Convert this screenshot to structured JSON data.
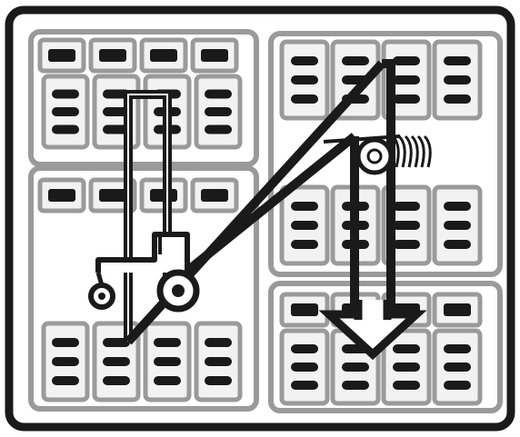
{
  "diagram": {
    "description_icons": [
      "warehouse-floor-plan",
      "shelving-rack",
      "reach-truck",
      "picking-route-arrow",
      "harvester-reel-icon"
    ],
    "colors": {
      "outline": "#1a1a1a",
      "rack_frame": "#9a9a9a",
      "rack_fill": "#f2f2f2",
      "slot": "#1a1a1a",
      "background": "#ffffff"
    },
    "zones": [
      {
        "id": "zone-top-left",
        "header_slots": 4,
        "columns": 4,
        "rows_per_column": 3
      },
      {
        "id": "zone-middle-left",
        "header_slots": 4,
        "columns": 0,
        "rows_per_column": 0
      },
      {
        "id": "zone-bottom-left",
        "header_slots": 0,
        "columns": 4,
        "rows_per_column": 3
      },
      {
        "id": "zone-top-right",
        "header_slots": 0,
        "columns": 4,
        "rows_per_column": 3
      },
      {
        "id": "zone-middle-right",
        "header_slots": 0,
        "columns": 4,
        "rows_per_column": 3
      },
      {
        "id": "zone-bottom-right",
        "header_slots": 4,
        "columns": 4,
        "rows_per_column": 3
      }
    ]
  }
}
